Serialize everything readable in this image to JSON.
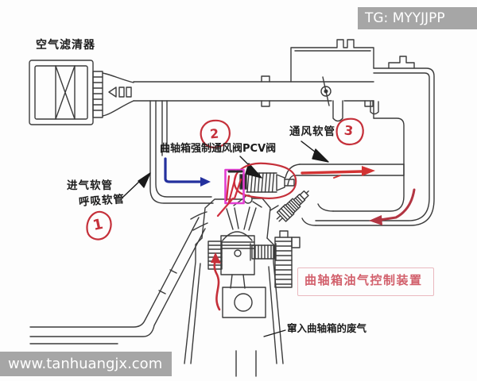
{
  "diagram_title": "PCV crankcase ventilation system schematic",
  "watermarks": {
    "top_right": "TG: MYYJJPP",
    "bottom_left": "www.tanhuangjx.com"
  },
  "labels": {
    "air_filter": "空气滤清器",
    "pcv_valve": "曲轴箱强制通风阀PCV阀",
    "vent_hose": "通风软管",
    "intake_hose": "进气软管",
    "breather_hose": "呼吸软管",
    "control_device": "曲轴箱油气控制装置",
    "blowby_gas": "窜入曲轴箱的废气"
  },
  "annotations": {
    "circle_1": "1",
    "circle_2": "2",
    "circle_3": "3"
  },
  "colors": {
    "line_dark": "#3b3b3b",
    "annotation_red": "#c5303a",
    "flow_arrow_red": "#d23333",
    "return_arrow_red": "#b23542",
    "highlight_magenta": "#e23ed2",
    "flow_arrow_blue": "#24319e",
    "control_text_red": "#d2606c",
    "watermark_gray": "#a6a6a6"
  }
}
